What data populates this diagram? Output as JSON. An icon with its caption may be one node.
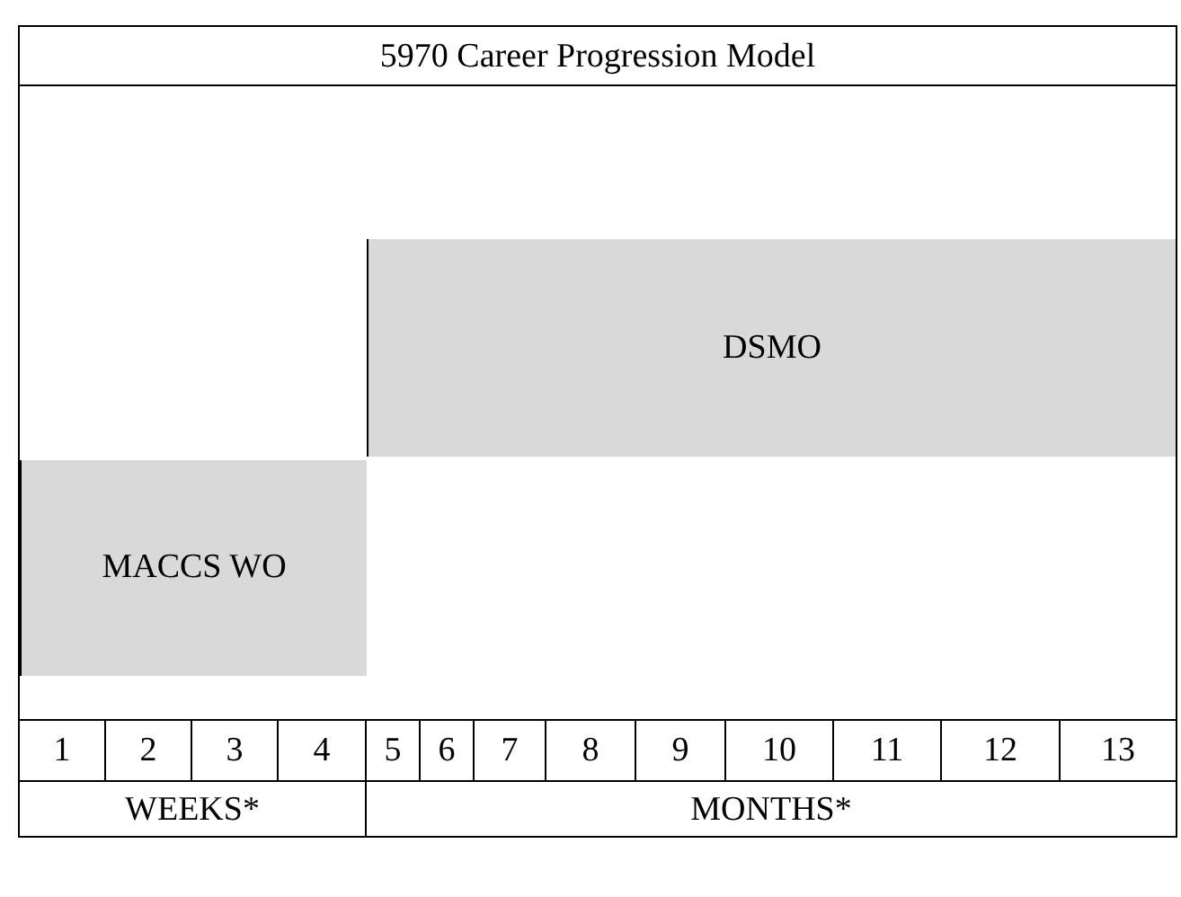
{
  "diagram": {
    "title": "5970 Career Progression Model",
    "nodes": [
      {
        "text": [
          "DSMO"
        ]
      },
      {
        "text": [
          "MACCS WO"
        ]
      }
    ],
    "labels": [
      "1",
      "2",
      "3",
      "4",
      "5",
      "6",
      "7",
      "8",
      "9",
      "10",
      "11",
      "12",
      "13",
      "WEEKS*",
      "MONTHS*"
    ]
  }
}
